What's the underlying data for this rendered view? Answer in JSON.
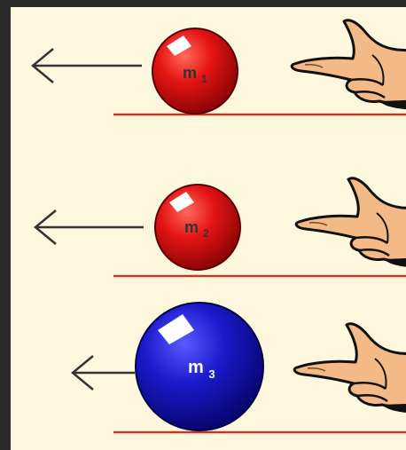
{
  "colors": {
    "background_frame": "#2b2b2b",
    "panel": "#fdf8dd",
    "ground_line": "#c0392b",
    "arrow": "#333333",
    "red_ball": "#e41414",
    "blue_ball": "#1a1acc",
    "hand_skin": "#f3b986",
    "hand_outline": "#111111"
  },
  "rows": [
    {
      "ball_label": "m",
      "ball_subscript": "1",
      "ball_color": "red",
      "icon": "pointing-hand-icon"
    },
    {
      "ball_label": "m",
      "ball_subscript": "2",
      "ball_color": "red",
      "icon": "pointing-hand-icon"
    },
    {
      "ball_label": "m",
      "ball_subscript": "3",
      "ball_color": "blue",
      "icon": "pointing-hand-icon"
    }
  ]
}
